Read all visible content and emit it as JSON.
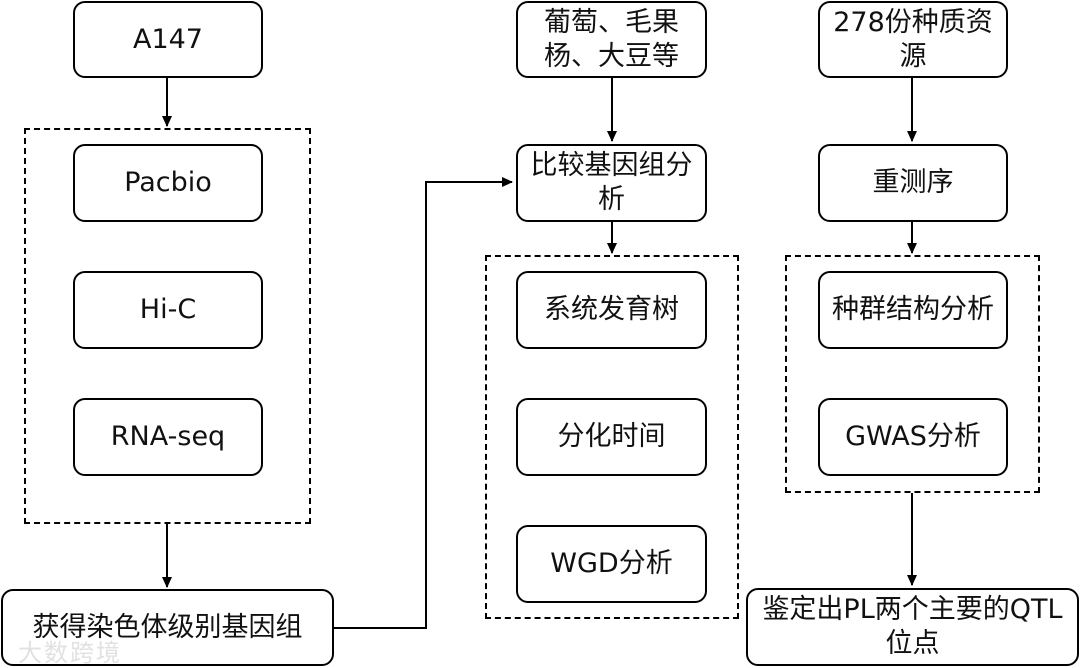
{
  "nodes": {
    "a147": "A147",
    "pacbio": "Pacbio",
    "hic": "Hi-C",
    "rnaseq": "RNA-seq",
    "chrom_genome": "获得染色体级别基因组",
    "species": "葡萄、毛果杨、大豆等",
    "compare": "比较基因组分析",
    "phylo": "系统发育树",
    "divtime": "分化时间",
    "wgd": "WGD分析",
    "germplasm": "278份种质资源",
    "reseq": "重测序",
    "popstruct": "种群结构分析",
    "gwas": "GWAS分析",
    "qtl": "鉴定出PL两个主要的QTL位点"
  },
  "watermark": "大数跨境",
  "colors": {
    "stroke": "#000000",
    "fill": "#ffffff",
    "text": "#111111"
  }
}
